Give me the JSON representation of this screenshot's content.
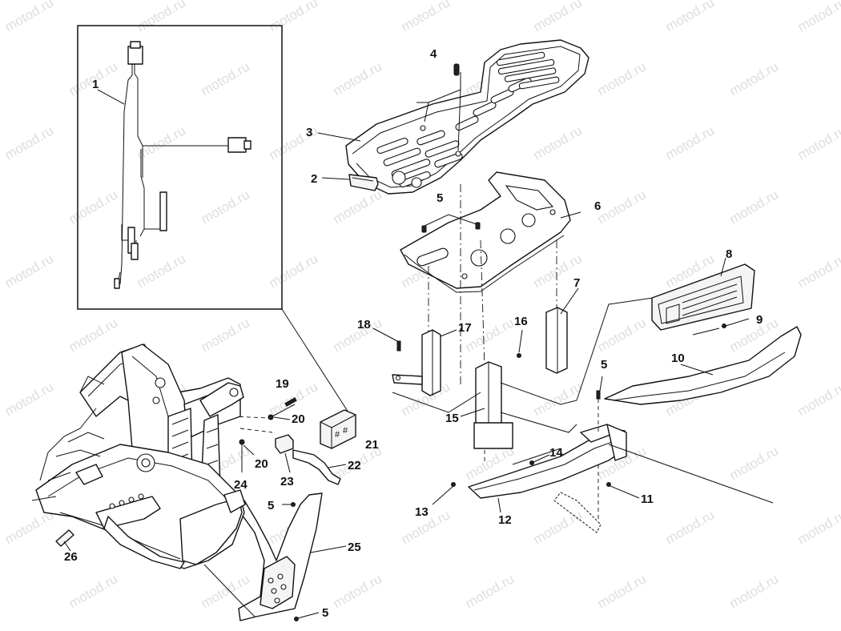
{
  "watermark": "motod.ru",
  "callouts": [
    {
      "id": "1",
      "label": "1"
    },
    {
      "id": "2",
      "label": "2"
    },
    {
      "id": "3",
      "label": "3"
    },
    {
      "id": "4",
      "label": "4"
    },
    {
      "id": "5a",
      "label": "5"
    },
    {
      "id": "5b",
      "label": "5"
    },
    {
      "id": "5c",
      "label": "5"
    },
    {
      "id": "5d",
      "label": "5"
    },
    {
      "id": "6",
      "label": "6"
    },
    {
      "id": "7",
      "label": "7"
    },
    {
      "id": "8",
      "label": "8"
    },
    {
      "id": "9",
      "label": "9"
    },
    {
      "id": "10",
      "label": "10"
    },
    {
      "id": "11",
      "label": "11"
    },
    {
      "id": "12",
      "label": "12"
    },
    {
      "id": "13",
      "label": "13"
    },
    {
      "id": "14",
      "label": "14"
    },
    {
      "id": "15",
      "label": "15"
    },
    {
      "id": "16",
      "label": "16"
    },
    {
      "id": "17",
      "label": "17"
    },
    {
      "id": "18",
      "label": "18"
    },
    {
      "id": "19",
      "label": "19"
    },
    {
      "id": "20a",
      "label": "20"
    },
    {
      "id": "20b",
      "label": "20"
    },
    {
      "id": "21",
      "label": "21"
    },
    {
      "id": "22",
      "label": "22"
    },
    {
      "id": "23",
      "label": "23"
    },
    {
      "id": "24",
      "label": "24"
    },
    {
      "id": "25",
      "label": "25"
    },
    {
      "id": "26",
      "label": "26"
    }
  ]
}
